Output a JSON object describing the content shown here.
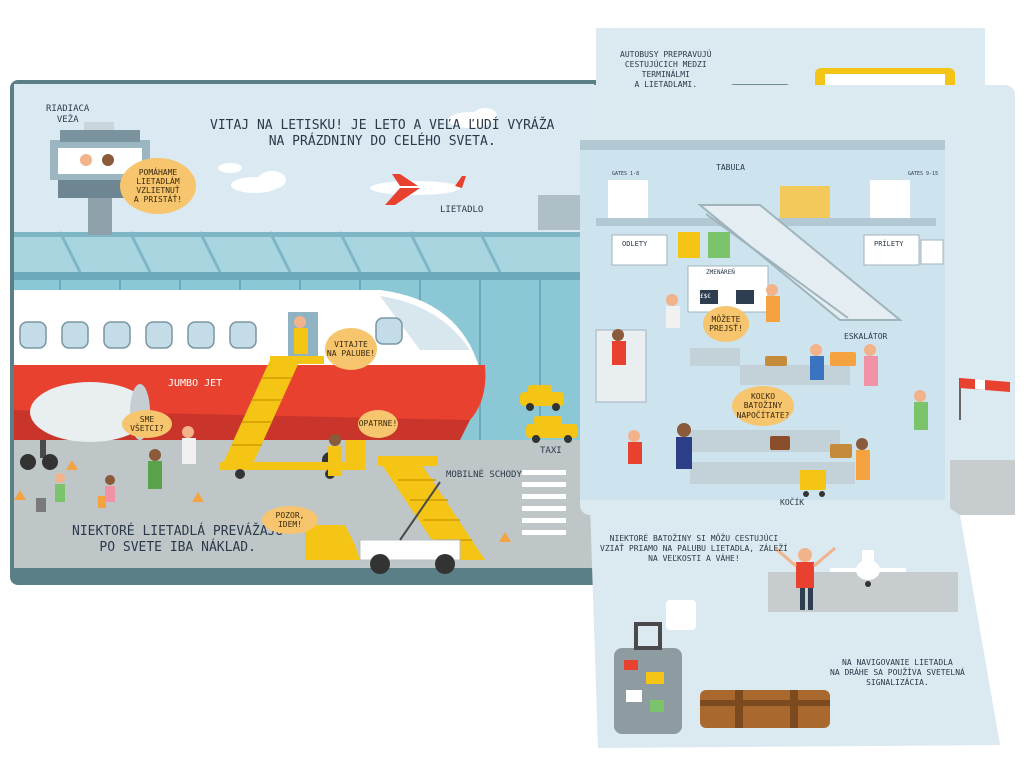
{
  "left_page": {
    "heading": "Vitaj na letisku! Je leto a veľa ľudí vyráža\nna prázdniny do celého sveta.",
    "control_tower_label": "Riadiaca\nveža",
    "plane_label": "Lietadlo",
    "jumbo_label": "Jumbo jet",
    "stairs_label": "Mobilné schody",
    "taxi_label": "Taxi",
    "cargo_text": "Niektoré lietadlá prevážajú\npo svete iba náklad.",
    "bubbles": {
      "tower": "Pomáhame\nlietadlám\nvzlietnuť\na pristáť!",
      "welcome": "Vitajte\nna palube!",
      "all_here": "Sme všetci?",
      "careful": "Opatrne!",
      "attention": "Pozor, idem!"
    }
  },
  "right_page": {
    "bus_text": "Autobusy prepravujú\ncestujúcich medzi\nterminálmi\na lietadlami.",
    "board_label": "Tabuľa",
    "escalator_label": "Eskalátor",
    "cart_label": "Kočík",
    "departures": "Odlety",
    "arrivals": "Prílety",
    "exchange": "Zmenáreň",
    "currency": "£$€",
    "gates_left": "Gates 1-8",
    "gates_right": "Gates 9-15",
    "bubbles": {
      "may_pass": "Môžete\nprejsť!",
      "weigh": "Koľko batožiny\nnapočítate?"
    },
    "luggage_text": "Niektoré batožiny si môžu cestujúci\nvziať priamo na palubu lietadla, záleží\nna veľkosti a váhe!",
    "signal_text": "Na navigovanie lietadla\nna dráhe sa používa svetelná\nsignalizácia."
  },
  "colors": {
    "sky": "#dbeaf2",
    "ground": "#bfc6c8",
    "plane_red": "#e8412f",
    "stairs_yellow": "#f4c515",
    "bubble": "#f6c56d",
    "terminal_blue": "#cde3ee"
  }
}
